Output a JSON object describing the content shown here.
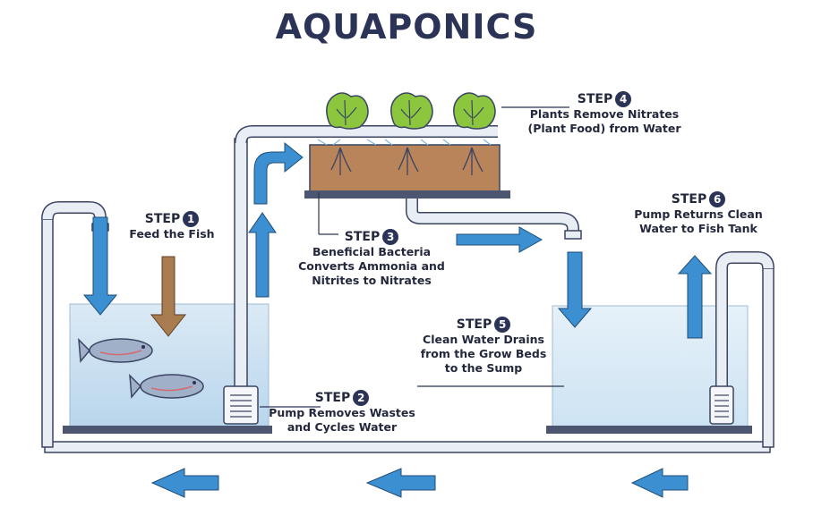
{
  "title": "AQUAPONICS",
  "steps": [
    {
      "word": "STEP",
      "num": "1",
      "lines": [
        "Feed the Fish"
      ]
    },
    {
      "word": "STEP",
      "num": "2",
      "lines": [
        "Pump Removes Wastes",
        "and Cycles Water"
      ]
    },
    {
      "word": "STEP",
      "num": "3",
      "lines": [
        "Beneficial Bacteria",
        "Converts Ammonia and",
        "Nitrites to Nitrates"
      ]
    },
    {
      "word": "STEP",
      "num": "4",
      "lines": [
        "Plants Remove Nitrates",
        "(Plant Food) from Water"
      ]
    },
    {
      "word": "STEP",
      "num": "5",
      "lines": [
        "Clean Water Drains",
        "from the Grow Beds",
        "to the Sump"
      ]
    },
    {
      "word": "STEP",
      "num": "6",
      "lines": [
        "Pump Returns Clean",
        "Water to Fish Tank"
      ]
    }
  ],
  "colors": {
    "title": "#2b3457",
    "pipe": "#e9eef4",
    "pipe_stroke": "#3a4563",
    "water": "#cfe3f1",
    "arrow": "#3c8fd0",
    "soil": "#b9845a",
    "plant": "#8cc63f",
    "food_arrow": "#a97c50"
  }
}
